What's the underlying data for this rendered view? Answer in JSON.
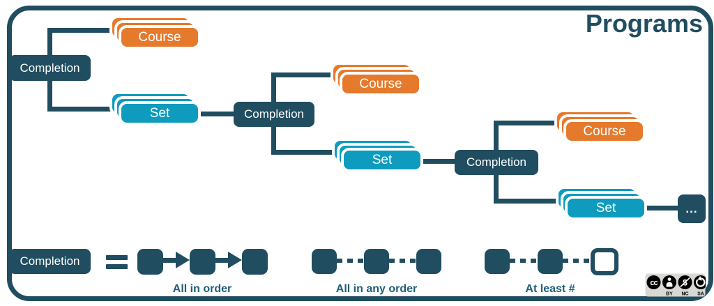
{
  "title": "Programs",
  "nodes": {
    "completion": "Completion",
    "course": "Course",
    "set": "Set",
    "more": "..."
  },
  "legend": {
    "completion": "Completion",
    "equals": "=",
    "all_in_order": "All in order",
    "all_in_any_order": "All in any order",
    "at_least": "At least #"
  },
  "license": {
    "cc": "cc",
    "by": "BY",
    "nc": "NC",
    "sa": "SA",
    "nc_symbol": "$"
  },
  "colors": {
    "dark_teal": "#204D60",
    "orange": "#E5792C",
    "cyan": "#0F9BBD",
    "legend_label_text": "#1E5F7A",
    "card_border": "#FFFFFF",
    "badge_bg": "#D8D8D5"
  }
}
